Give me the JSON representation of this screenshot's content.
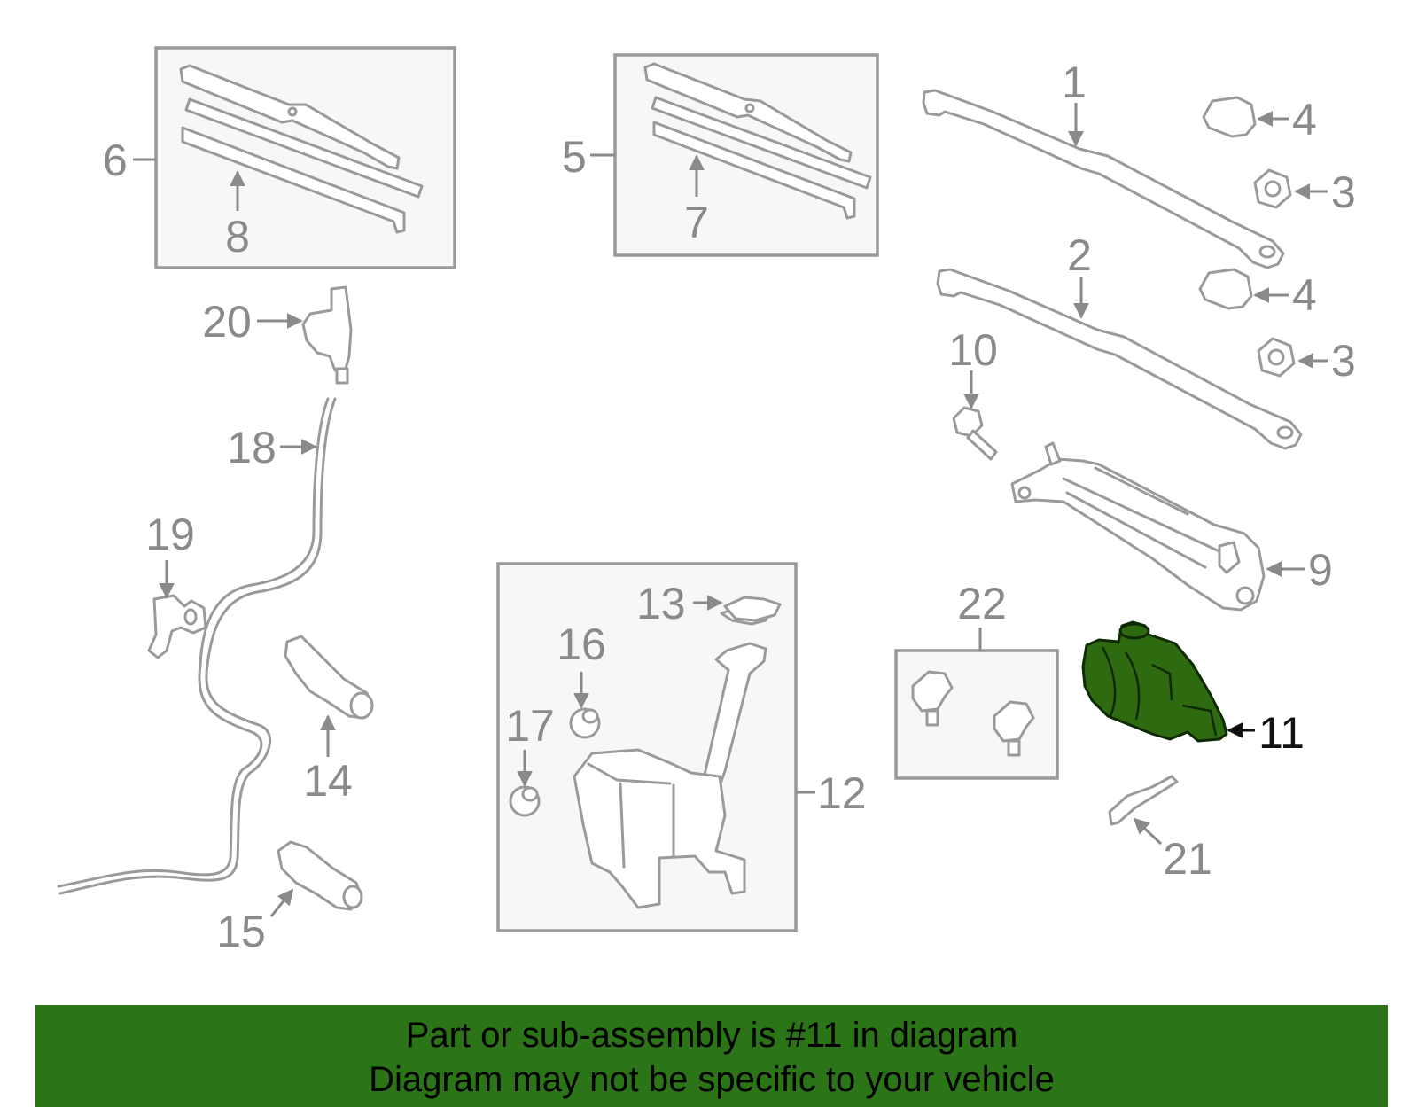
{
  "callouts": {
    "p1": "1",
    "p2": "2",
    "p3a": "3",
    "p3b": "3",
    "p4a": "4",
    "p4b": "4",
    "p5": "5",
    "p6": "6",
    "p7": "7",
    "p8": "8",
    "p9": "9",
    "p10": "10",
    "p11": "11",
    "p12": "12",
    "p13": "13",
    "p14": "14",
    "p15": "15",
    "p16": "16",
    "p17": "17",
    "p18": "18",
    "p19": "19",
    "p20": "20",
    "p21": "21",
    "p22": "22"
  },
  "highlight": {
    "part_number": "11",
    "fill_color": "#2e6b10"
  },
  "banner": {
    "line1": "Part or sub-assembly is #11 in diagram",
    "line2": "Diagram may not be specific to your vehicle",
    "background": "#2b7417"
  }
}
